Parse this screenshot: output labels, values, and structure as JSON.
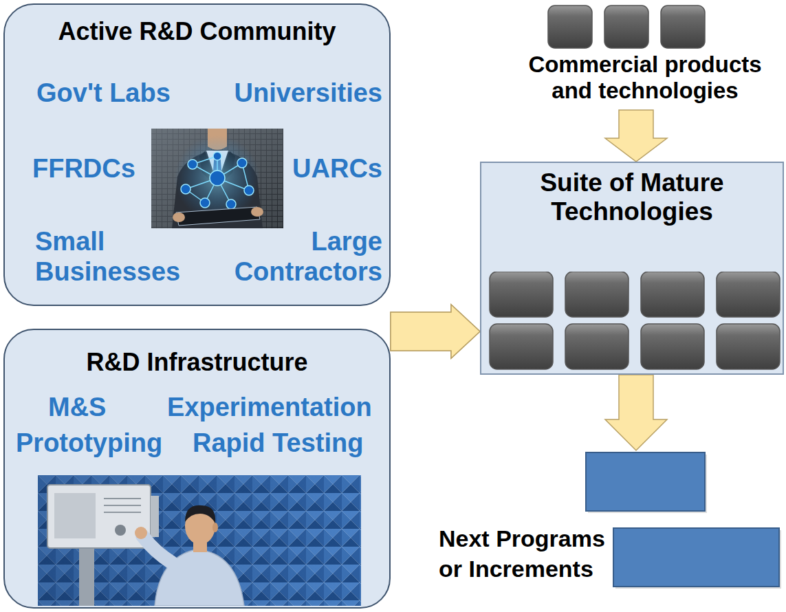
{
  "diagram": {
    "nodes": [
      {
        "text": [
          "Active R&D Community",
          "Gov't Labs",
          "Universities",
          "FFRDCs",
          "UARCs",
          "Small Businesses",
          "Large Contractors"
        ]
      },
      {
        "text": [
          "R&D Infrastructure",
          "M&S",
          "Experimentation",
          "Prototyping",
          "Rapid Testing"
        ]
      },
      {
        "text": [
          "Commercial products and technologies"
        ]
      },
      {
        "text": [
          "Suite of Mature Technologies"
        ]
      },
      {
        "text": [
          "Next Programs or Increments"
        ]
      }
    ],
    "edges": [
      {
        "from": 0,
        "to": 3,
        "arrow": "to"
      },
      {
        "from": 1,
        "to": 3,
        "arrow": "to"
      },
      {
        "from": 2,
        "to": 3,
        "arrow": "to"
      },
      {
        "from": 3,
        "to": 4,
        "arrow": "to"
      }
    ]
  }
}
